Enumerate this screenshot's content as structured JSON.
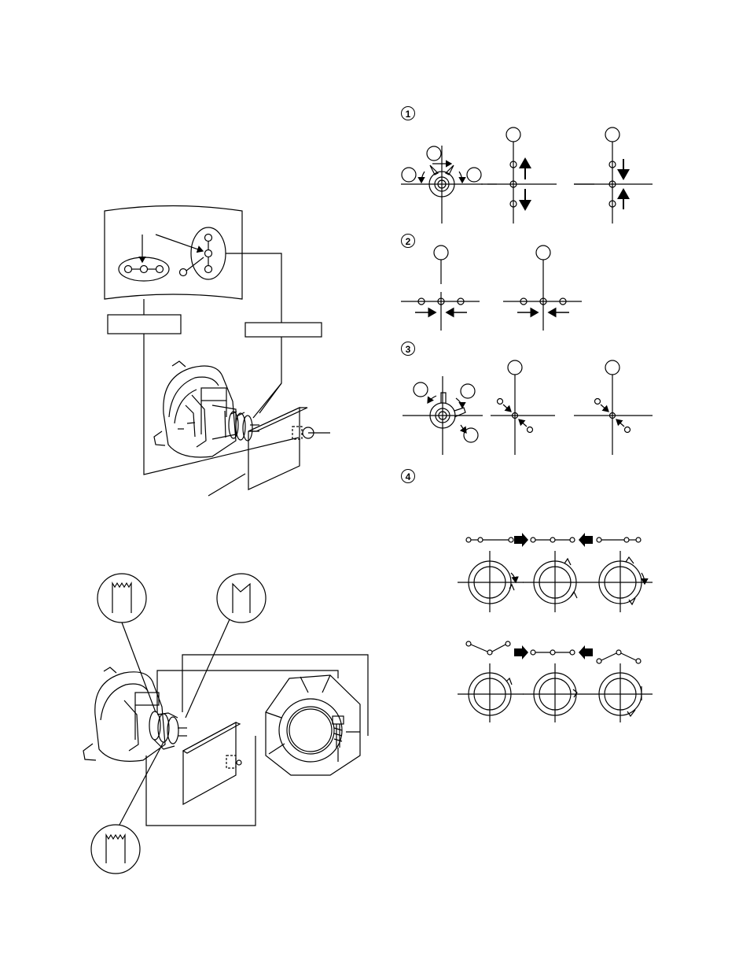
{
  "steps": [
    {
      "number": "1"
    },
    {
      "number": "2"
    },
    {
      "number": "3"
    },
    {
      "number": "4"
    }
  ],
  "colors": {
    "line": "#000000",
    "background": "#ffffff"
  },
  "icons": [
    "convergence-panel-icon",
    "deflection-yoke-icon",
    "magnet-ring-icon",
    "arrow-right-icon",
    "arrow-left-icon"
  ]
}
